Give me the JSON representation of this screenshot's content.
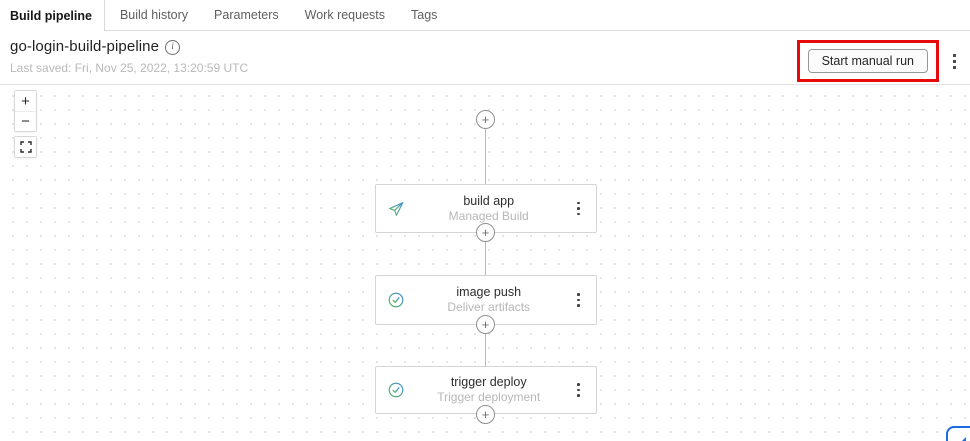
{
  "tabs": {
    "items": [
      {
        "label": "Build pipeline",
        "active": true
      },
      {
        "label": "Build history",
        "active": false
      },
      {
        "label": "Parameters",
        "active": false
      },
      {
        "label": "Work requests",
        "active": false
      },
      {
        "label": "Tags",
        "active": false
      }
    ]
  },
  "header": {
    "title": "go-login-build-pipeline",
    "info_glyph": "i",
    "last_saved": "Last saved: Fri, Nov 25, 2022, 13:20:59 UTC",
    "start_button_label": "Start manual run"
  },
  "canvas_controls": {
    "zoom_in": "+",
    "zoom_out": "−",
    "add_stage": "+"
  },
  "pipeline": {
    "stages": [
      {
        "title": "build app",
        "subtitle": "Managed Build",
        "icon": "paper-plane-icon"
      },
      {
        "title": "image push",
        "subtitle": "Deliver artifacts",
        "icon": "check-circle-icon"
      },
      {
        "title": "trigger deploy",
        "subtitle": "Trigger deployment",
        "icon": "check-circle-icon"
      }
    ]
  },
  "colors": {
    "annotation_red": "#e80b0b",
    "icon_gradient_blue": "#4a90d9",
    "icon_gradient_green": "#5cb85c",
    "widget_blue": "#1a6ce0"
  }
}
